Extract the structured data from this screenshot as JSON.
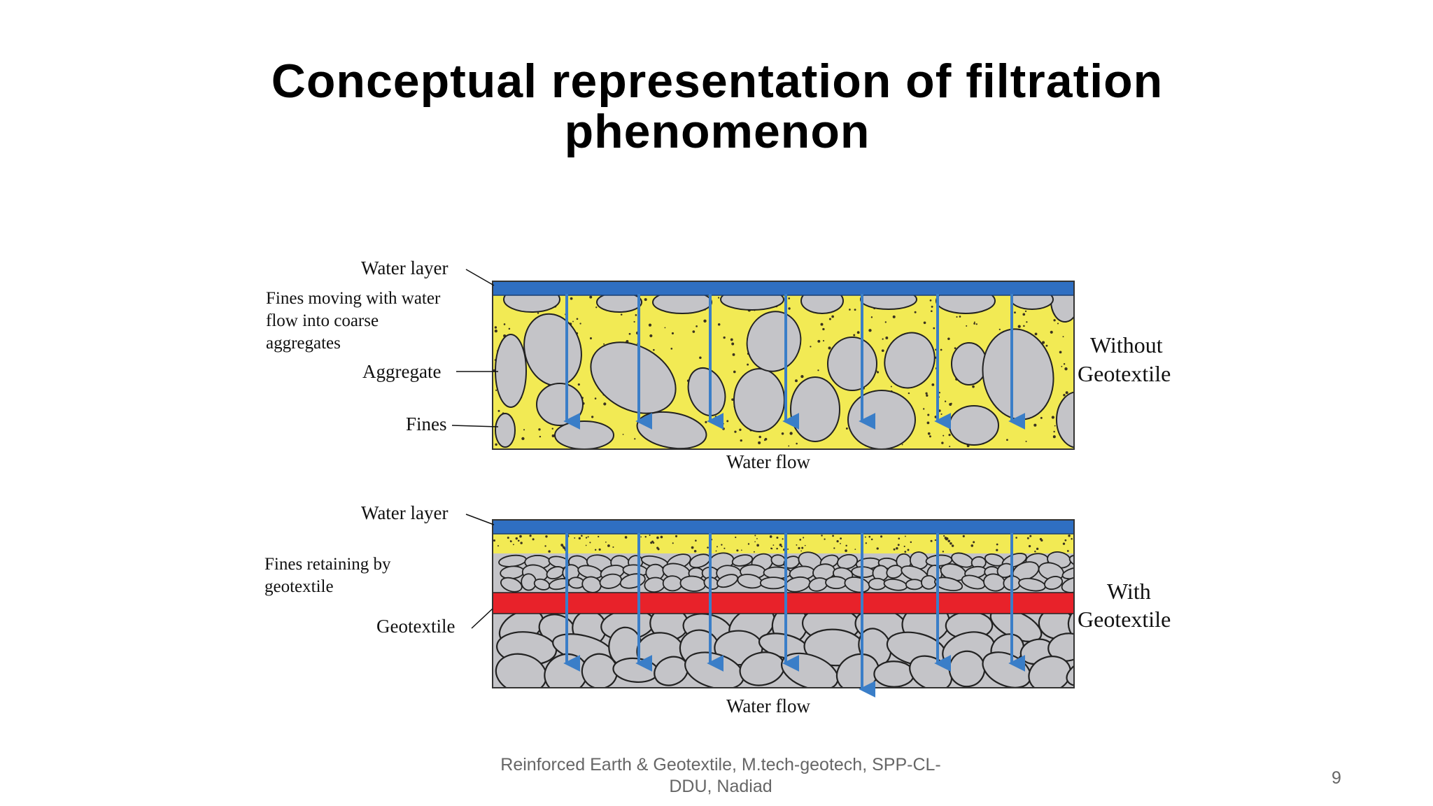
{
  "slide": {
    "title_line1": "Conceptual representation of filtration",
    "title_line2": "phenomenon",
    "footer_line1": "Reinforced Earth & Geotextile, M.tech-geotech, SPP-CL-",
    "footer_line2": "DDU, Nadiad",
    "page_number": "9"
  },
  "diagram": {
    "top": {
      "water_layer": "Water layer",
      "fines_moving_1": "Fines moving with water",
      "fines_moving_2": "flow into coarse",
      "fines_moving_3": "aggregates",
      "aggregate": "Aggregate",
      "fines": "Fines",
      "water_flow": "Water flow",
      "side_1": "Without",
      "side_2": "Geotextile"
    },
    "bottom": {
      "water_layer": "Water layer",
      "fines_retaining_1": "Fines retaining by",
      "fines_retaining_2": "geotextile",
      "geotextile": "Geotextile",
      "water_flow": "Water flow",
      "side_1": "With",
      "side_2": "Geotextile"
    },
    "colors": {
      "water": "#2f6fc2",
      "fines": "#f2ea54",
      "aggregate": "#c4c4c8",
      "geotextile": "#e8222a",
      "arrow": "#3a7ec8"
    }
  }
}
